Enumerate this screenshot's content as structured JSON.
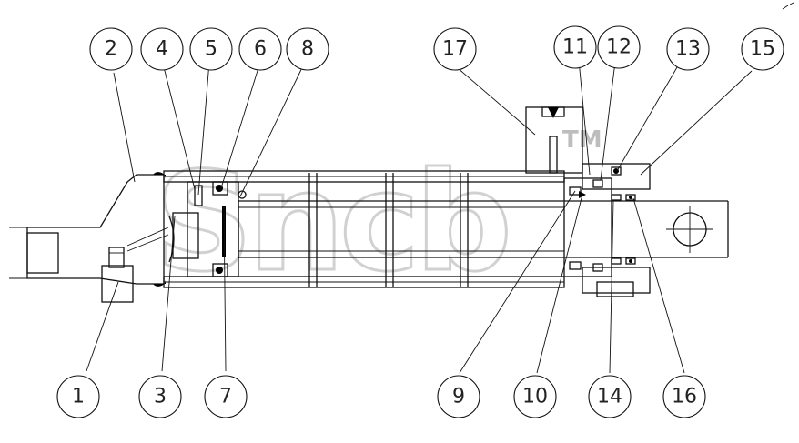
{
  "watermark": {
    "text": "Sncb",
    "trademark": "TM"
  },
  "callouts": [
    {
      "id": "callout-1",
      "label": "1"
    },
    {
      "id": "callout-2",
      "label": "2"
    },
    {
      "id": "callout-3",
      "label": "3"
    },
    {
      "id": "callout-4",
      "label": "4"
    },
    {
      "id": "callout-5",
      "label": "5"
    },
    {
      "id": "callout-6",
      "label": "6"
    },
    {
      "id": "callout-7",
      "label": "7"
    },
    {
      "id": "callout-8",
      "label": "8"
    },
    {
      "id": "callout-9",
      "label": "9"
    },
    {
      "id": "callout-10",
      "label": "10"
    },
    {
      "id": "callout-11",
      "label": "11"
    },
    {
      "id": "callout-12",
      "label": "12"
    },
    {
      "id": "callout-13",
      "label": "13"
    },
    {
      "id": "callout-14",
      "label": "14"
    },
    {
      "id": "callout-15",
      "label": "15"
    },
    {
      "id": "callout-16",
      "label": "16"
    },
    {
      "id": "callout-17",
      "label": "17"
    }
  ]
}
